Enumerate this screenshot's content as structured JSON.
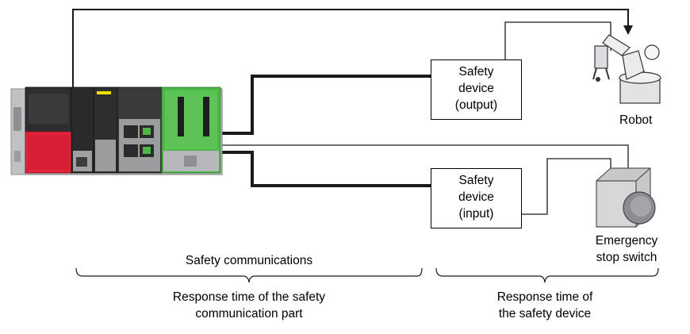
{
  "devices": {
    "output": {
      "line1": "Safety",
      "line2": "device",
      "line3": "(output)"
    },
    "input": {
      "line1": "Safety",
      "line2": "device",
      "line3": "(input)"
    }
  },
  "robot": {
    "label": "Robot"
  },
  "estop": {
    "line1": "Emergency",
    "line2": "stop switch"
  },
  "brackets": {
    "left": {
      "title": "Safety communications",
      "caption_line1": "Response time of the safety",
      "caption_line2": "communication part"
    },
    "right": {
      "caption_line1": "Response time of",
      "caption_line2": "the safety device"
    }
  },
  "colors": {
    "plc_red": "#e0243a",
    "plc_dark": "#2e2e2e",
    "plc_gray": "#9a9c9e",
    "plc_green": "#4db848",
    "connector_yellow": "#f0e000"
  }
}
